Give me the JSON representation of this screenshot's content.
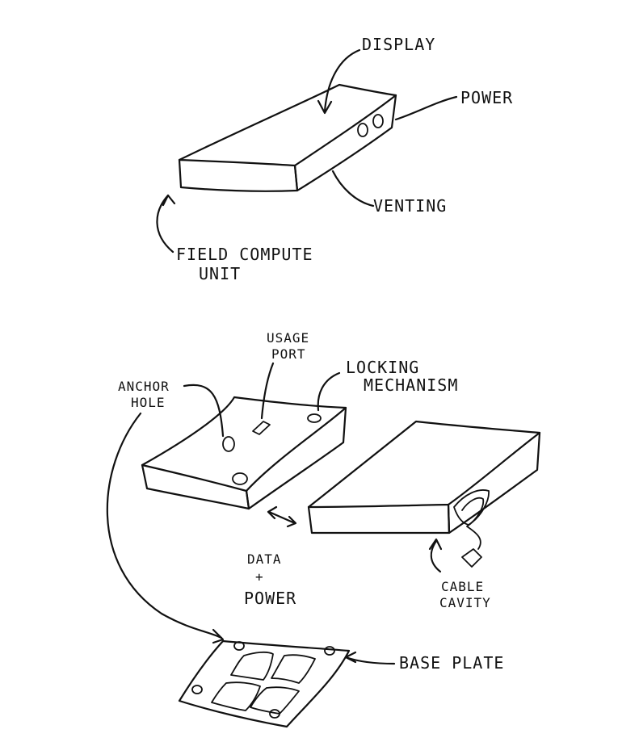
{
  "labels": {
    "display": "DISPLAY",
    "power": "POWER",
    "venting": "VENTING",
    "field_compute_line1": "FIELD COMPUTE",
    "field_compute_line2": "UNIT",
    "usage_port_line1": "USAGE",
    "usage_port_line2": "PORT",
    "locking_line1": "LOCKING",
    "locking_line2": "MECHANISM",
    "anchor_line1": "ANCHOR",
    "anchor_line2": "HOLE",
    "data_power_line1": "DATA",
    "data_power_line2": "+",
    "data_power_line3": "POWER",
    "cable_line1": "CABLE",
    "cable_line2": "CAVITY",
    "base_plate": "BASE PLATE"
  }
}
